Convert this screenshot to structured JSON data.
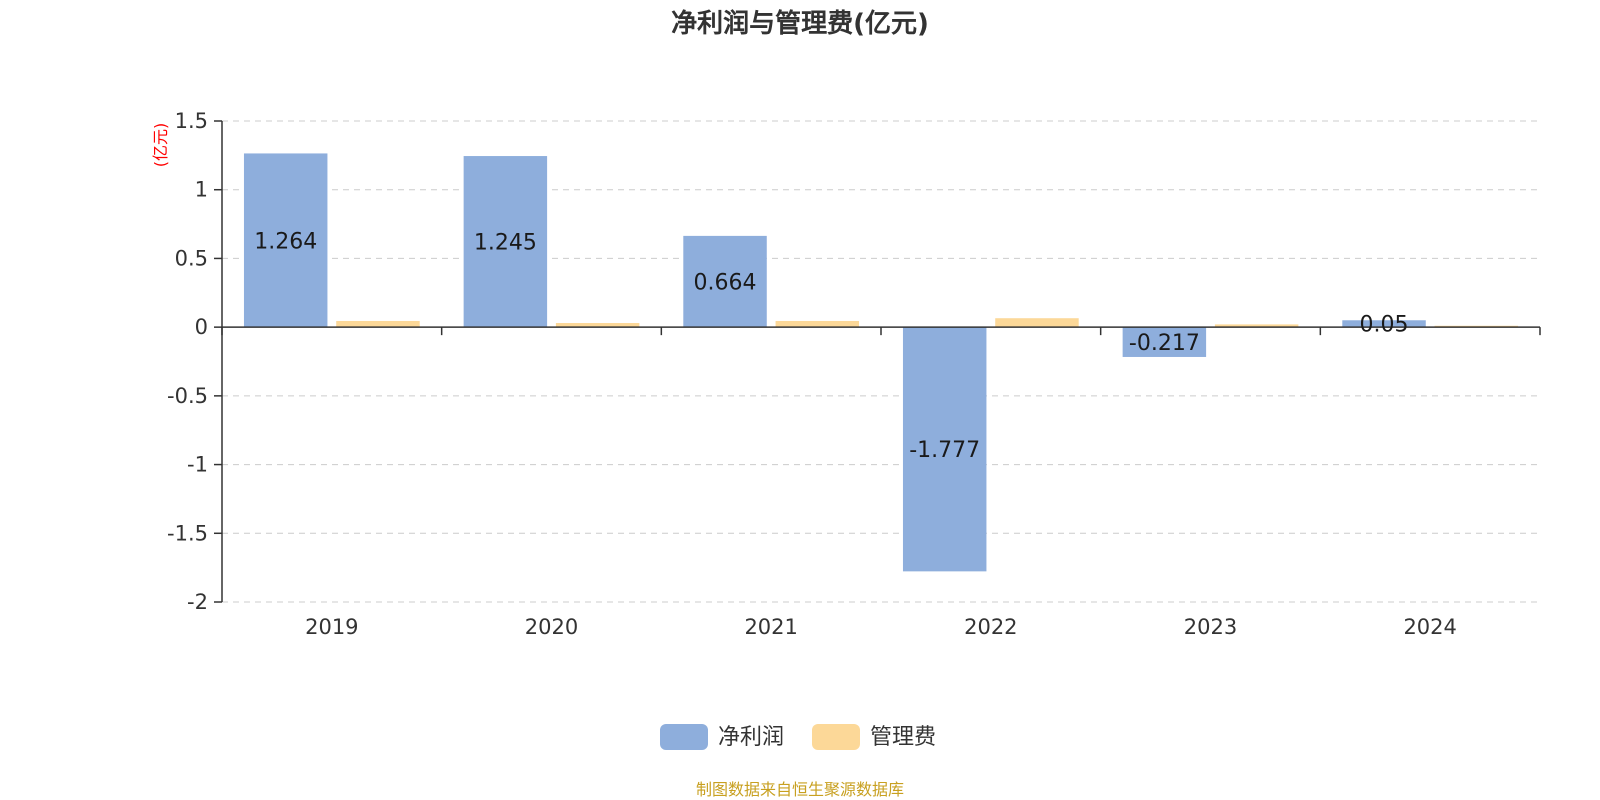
{
  "chart_data": {
    "type": "bar",
    "title": "净利润与管理费(亿元)",
    "ylabel": "(亿元)",
    "ylim": [
      -2,
      1.5
    ],
    "yticks": [
      1.5,
      1,
      0.5,
      0,
      -0.5,
      -1,
      -1.5,
      -2
    ],
    "yticklabels": [
      "1.5",
      "1",
      "0.5",
      "0",
      "-0.5",
      "-1",
      "-1.5",
      "-2"
    ],
    "categories": [
      "2019",
      "2020",
      "2021",
      "2022",
      "2023",
      "2024"
    ],
    "series": [
      {
        "name": "净利润",
        "values": [
          1.264,
          1.245,
          0.664,
          -1.777,
          -0.217,
          0.05
        ],
        "labels": [
          "1.264",
          "1.245",
          "0.664",
          "-1.777",
          "-0.217",
          "0.05"
        ],
        "color": "#8eaedc"
      },
      {
        "name": "管理费",
        "values": [
          0.045,
          0.03,
          0.045,
          0.065,
          0.02,
          0.01
        ],
        "color": "#fcd898"
      }
    ],
    "grid": true,
    "legend_position": "bottom-center"
  },
  "source": "制图数据来自恒生聚源数据库",
  "colors": {
    "unit_label": "#ff0000",
    "source_text": "#c8a020",
    "grid": "#cccccc",
    "axis": "#333333"
  }
}
